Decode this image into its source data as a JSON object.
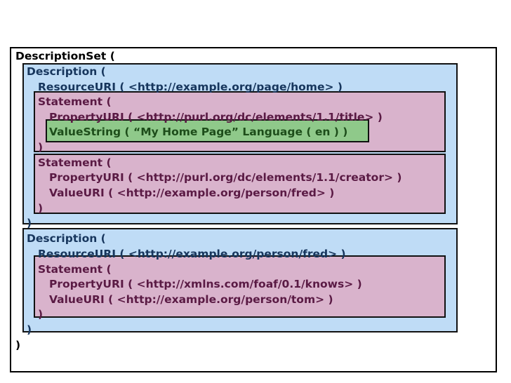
{
  "lines": {
    "ds_open": "DescriptionSet (",
    "d1_open": "Description (",
    "d1_resource": "ResourceURI ( <http://example.org/page/home> )",
    "s1_open": "Statement (",
    "s1_property": "PropertyURI ( <http://purl.org/dc/elements/1.1/title> )",
    "s1_value": "ValueString ( “My Home Page” Language ( en ) )",
    "s1_close": ")",
    "s2_open": "Statement (",
    "s2_property": "PropertyURI ( <http://purl.org/dc/elements/1.1/creator> )",
    "s2_value": "ValueURI ( <http://example.org/person/fred> )",
    "s2_close": ")",
    "d1_close": ")",
    "d2_open": "Description (",
    "d2_resource": "ResourceURI ( <http://example.org/person/fred> )",
    "s3_open": "Statement (",
    "s3_property": "PropertyURI ( <http://xmlns.com/foaf/0.1/knows> )",
    "s3_value": "ValueURI ( <http://example.org/person/tom> )",
    "s3_close": ")",
    "d2_close": ")",
    "ds_close": ")"
  },
  "colors": {
    "description_fill": "#bfdcf6",
    "statement_fill": "#d9b3cc",
    "value_fill": "#8fc98a",
    "text": "#17365d"
  }
}
